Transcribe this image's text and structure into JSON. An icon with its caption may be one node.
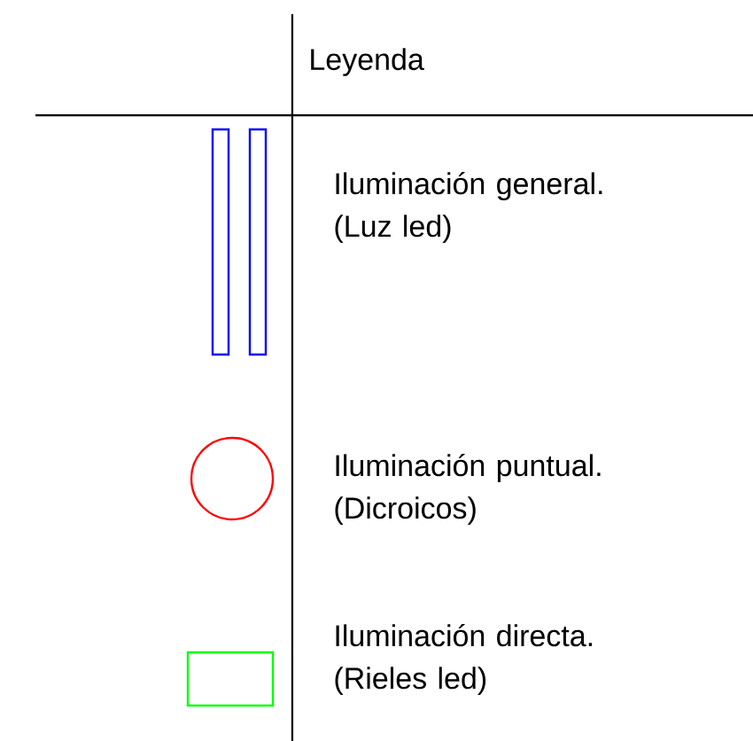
{
  "diagram": {
    "title": "Leyenda",
    "legend": [
      {
        "text": "Iluminación general. (Luz led)"
      },
      {
        "text": "Iluminación puntual. (Dicroicos)"
      },
      {
        "text": "Iluminación directa. (Rieles led)"
      }
    ]
  }
}
